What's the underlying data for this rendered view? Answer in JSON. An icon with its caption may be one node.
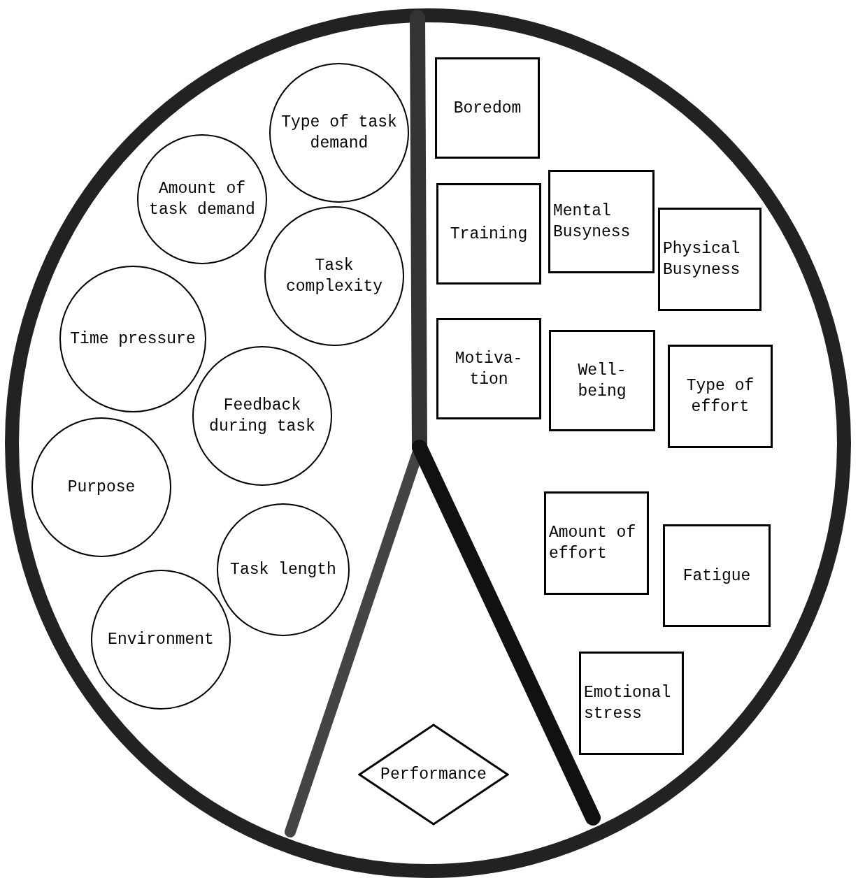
{
  "diagram": {
    "nodes": [
      {
        "text": [
          "Type of task demand"
        ]
      },
      {
        "text": [
          "Amount of task demand"
        ]
      },
      {
        "text": [
          "Task complexity"
        ]
      },
      {
        "text": [
          "Time pressure"
        ]
      },
      {
        "text": [
          "Feedback during task"
        ]
      },
      {
        "text": [
          "Purpose"
        ]
      },
      {
        "text": [
          "Task length"
        ]
      },
      {
        "text": [
          "Environment"
        ]
      },
      {
        "text": [
          "Boredom"
        ]
      },
      {
        "text": [
          "Training"
        ]
      },
      {
        "text": [
          "Mental Busyness"
        ]
      },
      {
        "text": [
          "Physical Busyness"
        ]
      },
      {
        "text": [
          "Motiva- tion"
        ]
      },
      {
        "text": [
          "Well- being"
        ]
      },
      {
        "text": [
          "Type of effort"
        ]
      },
      {
        "text": [
          "Amount of effort"
        ]
      },
      {
        "text": [
          "Fatigue"
        ]
      },
      {
        "text": [
          "Emotional stress"
        ]
      },
      {
        "text": [
          "Performance"
        ]
      }
    ]
  }
}
